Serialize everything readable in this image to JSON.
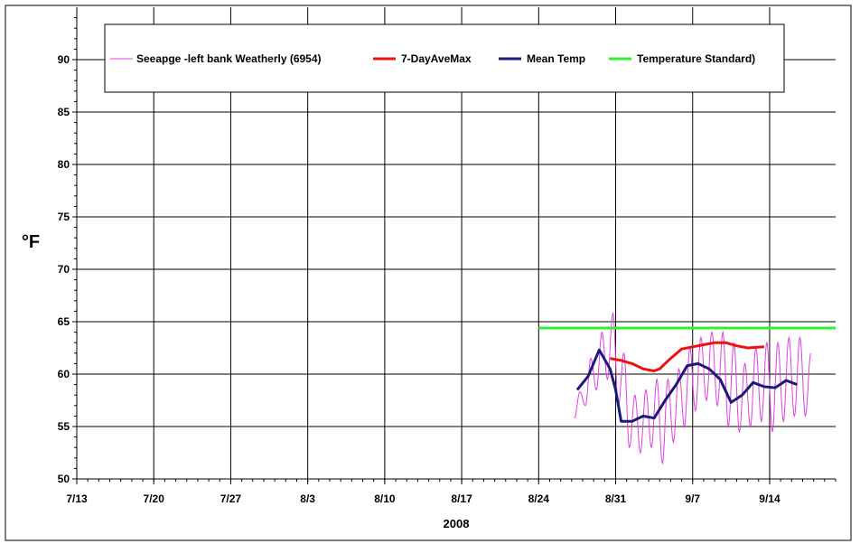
{
  "chart_data": {
    "type": "line",
    "title": "",
    "xlabel": "2008",
    "ylabel": "°F",
    "ylim": [
      50,
      95
    ],
    "yticks": [
      50,
      55,
      60,
      65,
      70,
      75,
      80,
      85,
      90
    ],
    "xlim": [
      "2008-07-13",
      "2008-09-20"
    ],
    "xticks": [
      "2008-07-13",
      "2008-07-20",
      "2008-07-27",
      "2008-08-03",
      "2008-08-10",
      "2008-08-17",
      "2008-08-24",
      "2008-08-31",
      "2008-09-07",
      "2008-09-14"
    ],
    "xtick_labels": [
      "7/13",
      "7/20",
      "7/27",
      "8/3",
      "8/10",
      "8/17",
      "8/24",
      "8/31",
      "9/7",
      "9/14"
    ],
    "grid": true,
    "legend_position": "top",
    "series": [
      {
        "name": "Seeapge -left bank Weatherly (6954)",
        "color": "#e040e0",
        "daily": [
          {
            "date": "2008-08-27",
            "min": 55.8,
            "max": 58.3
          },
          {
            "date": "2008-08-28",
            "min": 57.0,
            "max": 61.5
          },
          {
            "date": "2008-08-29",
            "min": 58.5,
            "max": 64.0
          },
          {
            "date": "2008-08-30",
            "min": 59.5,
            "max": 65.8
          },
          {
            "date": "2008-08-31",
            "min": 57.0,
            "max": 62.0
          },
          {
            "date": "2008-09-01",
            "min": 53.0,
            "max": 58.0
          },
          {
            "date": "2008-09-02",
            "min": 52.5,
            "max": 58.5
          },
          {
            "date": "2008-09-03",
            "min": 53.0,
            "max": 59.5
          },
          {
            "date": "2008-09-04",
            "min": 51.5,
            "max": 59.5
          },
          {
            "date": "2008-09-05",
            "min": 53.5,
            "max": 60.5
          },
          {
            "date": "2008-09-06",
            "min": 55.0,
            "max": 62.5
          },
          {
            "date": "2008-09-07",
            "min": 56.5,
            "max": 63.5
          },
          {
            "date": "2008-09-08",
            "min": 57.5,
            "max": 64.0
          },
          {
            "date": "2008-09-09",
            "min": 57.0,
            "max": 64.0
          },
          {
            "date": "2008-09-10",
            "min": 55.0,
            "max": 63.0
          },
          {
            "date": "2008-09-11",
            "min": 54.5,
            "max": 61.0
          },
          {
            "date": "2008-09-12",
            "min": 55.0,
            "max": 62.5
          },
          {
            "date": "2008-09-13",
            "min": 55.5,
            "max": 63.0
          },
          {
            "date": "2008-09-14",
            "min": 54.5,
            "max": 63.0
          },
          {
            "date": "2008-09-15",
            "min": 55.5,
            "max": 63.5
          },
          {
            "date": "2008-09-16",
            "min": 56.0,
            "max": 63.5
          },
          {
            "date": "2008-09-17",
            "min": 56.0,
            "max": 62.0
          }
        ]
      },
      {
        "name": "7-DayAveMax",
        "color": "#ee1111",
        "points": [
          {
            "x": "2008-08-30 12:00",
            "y": 61.5
          },
          {
            "x": "2008-08-31 12:00",
            "y": 61.3
          },
          {
            "x": "2008-09-01 12:00",
            "y": 61.0
          },
          {
            "x": "2008-09-02 12:00",
            "y": 60.5
          },
          {
            "x": "2008-09-03 12:00",
            "y": 60.3
          },
          {
            "x": "2008-09-04 00:00",
            "y": 60.5
          },
          {
            "x": "2008-09-05 00:00",
            "y": 61.5
          },
          {
            "x": "2008-09-06 00:00",
            "y": 62.4
          },
          {
            "x": "2008-09-07 00:00",
            "y": 62.6
          },
          {
            "x": "2008-09-08 00:00",
            "y": 62.8
          },
          {
            "x": "2008-09-09 00:00",
            "y": 63.0
          },
          {
            "x": "2008-09-10 00:00",
            "y": 63.0
          },
          {
            "x": "2008-09-11 00:00",
            "y": 62.7
          },
          {
            "x": "2008-09-12 00:00",
            "y": 62.5
          },
          {
            "x": "2008-09-13 12:00",
            "y": 62.6
          }
        ]
      },
      {
        "name": "Mean Temp",
        "color": "#1a1a7a",
        "points": [
          {
            "x": "2008-08-27 12:00",
            "y": 58.5
          },
          {
            "x": "2008-08-28 12:00",
            "y": 59.8
          },
          {
            "x": "2008-08-29 12:00",
            "y": 62.3
          },
          {
            "x": "2008-08-30 12:00",
            "y": 60.5
          },
          {
            "x": "2008-08-31 00:00",
            "y": 58.5
          },
          {
            "x": "2008-08-31 12:00",
            "y": 55.5
          },
          {
            "x": "2008-09-01 12:00",
            "y": 55.5
          },
          {
            "x": "2008-09-02 12:00",
            "y": 56.0
          },
          {
            "x": "2008-09-03 12:00",
            "y": 55.8
          },
          {
            "x": "2008-09-04 12:00",
            "y": 57.5
          },
          {
            "x": "2008-09-05 12:00",
            "y": 59.0
          },
          {
            "x": "2008-09-06 12:00",
            "y": 60.8
          },
          {
            "x": "2008-09-07 12:00",
            "y": 61.0
          },
          {
            "x": "2008-09-08 12:00",
            "y": 60.5
          },
          {
            "x": "2008-09-09 12:00",
            "y": 59.5
          },
          {
            "x": "2008-09-10 12:00",
            "y": 57.3
          },
          {
            "x": "2008-09-11 12:00",
            "y": 58.0
          },
          {
            "x": "2008-09-12 12:00",
            "y": 59.2
          },
          {
            "x": "2008-09-13 12:00",
            "y": 58.8
          },
          {
            "x": "2008-09-14 12:00",
            "y": 58.7
          },
          {
            "x": "2008-09-15 12:00",
            "y": 59.4
          },
          {
            "x": "2008-09-16 12:00",
            "y": 59.0
          }
        ]
      },
      {
        "name": "Temperature Standard)",
        "color": "#33ee33",
        "points": [
          {
            "x": "2008-08-24",
            "y": 64.4
          },
          {
            "x": "2008-09-20",
            "y": 64.4
          }
        ]
      }
    ]
  }
}
